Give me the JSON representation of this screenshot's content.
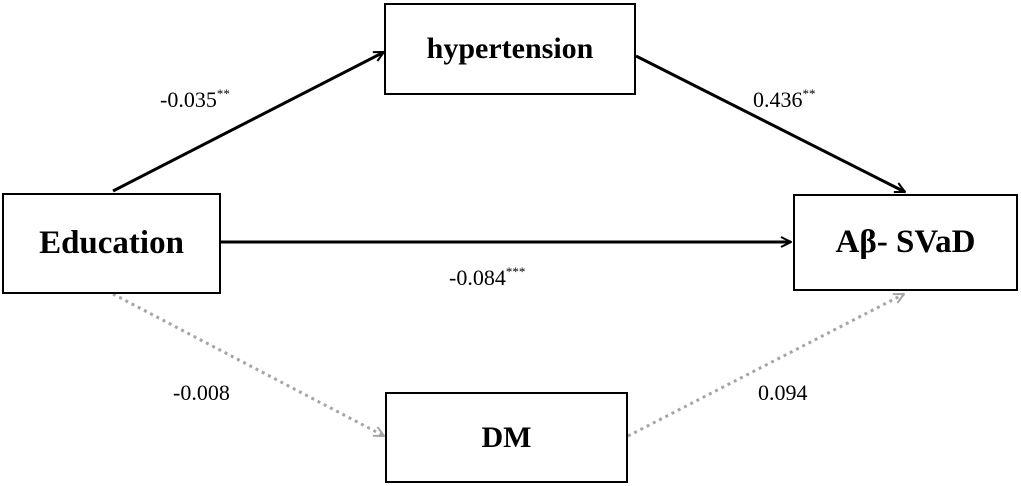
{
  "nodes": {
    "education": "Education",
    "hypertension": "hypertension",
    "asvad": "Aβ- SVaD",
    "dm": "DM"
  },
  "paths": {
    "education_to_hypertension": {
      "value": "-0.035",
      "significance": "**"
    },
    "hypertension_to_asvad": {
      "value": "0.436",
      "significance": "**"
    },
    "education_to_asvad": {
      "value": "-0.084",
      "significance": "***"
    },
    "education_to_dm": {
      "value": "-0.008",
      "significance": ""
    },
    "dm_to_asvad": {
      "value": "0.094",
      "significance": ""
    }
  },
  "colors": {
    "significant_path": "#000000",
    "nonsignificant_path": "#a6a6a6"
  }
}
